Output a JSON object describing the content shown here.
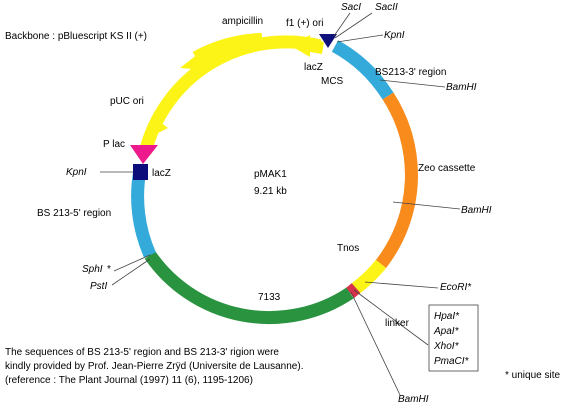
{
  "header": {
    "backbone": "Backbone : pBluescript KS II (+)"
  },
  "plasmid": {
    "name": "pMAK1",
    "size": "9.21 kb"
  },
  "features": {
    "ampicillin": "ampicillin",
    "f1_ori": "f1 (+) ori",
    "puc_ori": "pUC ori",
    "p_lac": "P lac",
    "lacz_top": "lacZ",
    "lacz_left": "lacZ",
    "mcs": "MCS",
    "bs_3_region": "BS213-3' region",
    "bs_5_region": "BS 213-5' region",
    "zeo_cassette": "Zeo cassette",
    "tnos": "Tnos",
    "linker": "linker",
    "length_7133": "7133"
  },
  "sites": {
    "saci": "SacI",
    "sacii": "SacII",
    "kpni_top": "KpnI",
    "bamhi_1": "BamHI",
    "bamhi_2": "BamHI",
    "bamhi_3": "BamHI",
    "ecori": "EcoRI*",
    "kpni_left": "KpnI",
    "sphi": "SphI",
    "sphi_star": "*",
    "psti": "PstI",
    "linker_sites": [
      "HpaI*",
      "ApaI*",
      "XhoI*",
      "PmaCI*"
    ]
  },
  "footer": {
    "credit_line1": "The sequences of BS 213-5' region and BS 213-3' rigion were",
    "credit_line2": "kindly provided by Prof. Jean-Pierre Zrÿd (Universite de Lausanne).",
    "credit_line3": "(reference : The Plant Journal (1997) 11 (6), 1195-1206)",
    "unique_note": "* unique site"
  },
  "colors": {
    "backbone": "#fcf416",
    "homology_region": "#33aad9",
    "zeo": "#f98b1c",
    "vector": "#2a9340",
    "lacz_box": "#0c0c7a",
    "plac_arrow": "#ec1a8c",
    "mcs_arrow": "#10107a",
    "tnos": "#fcf416"
  }
}
